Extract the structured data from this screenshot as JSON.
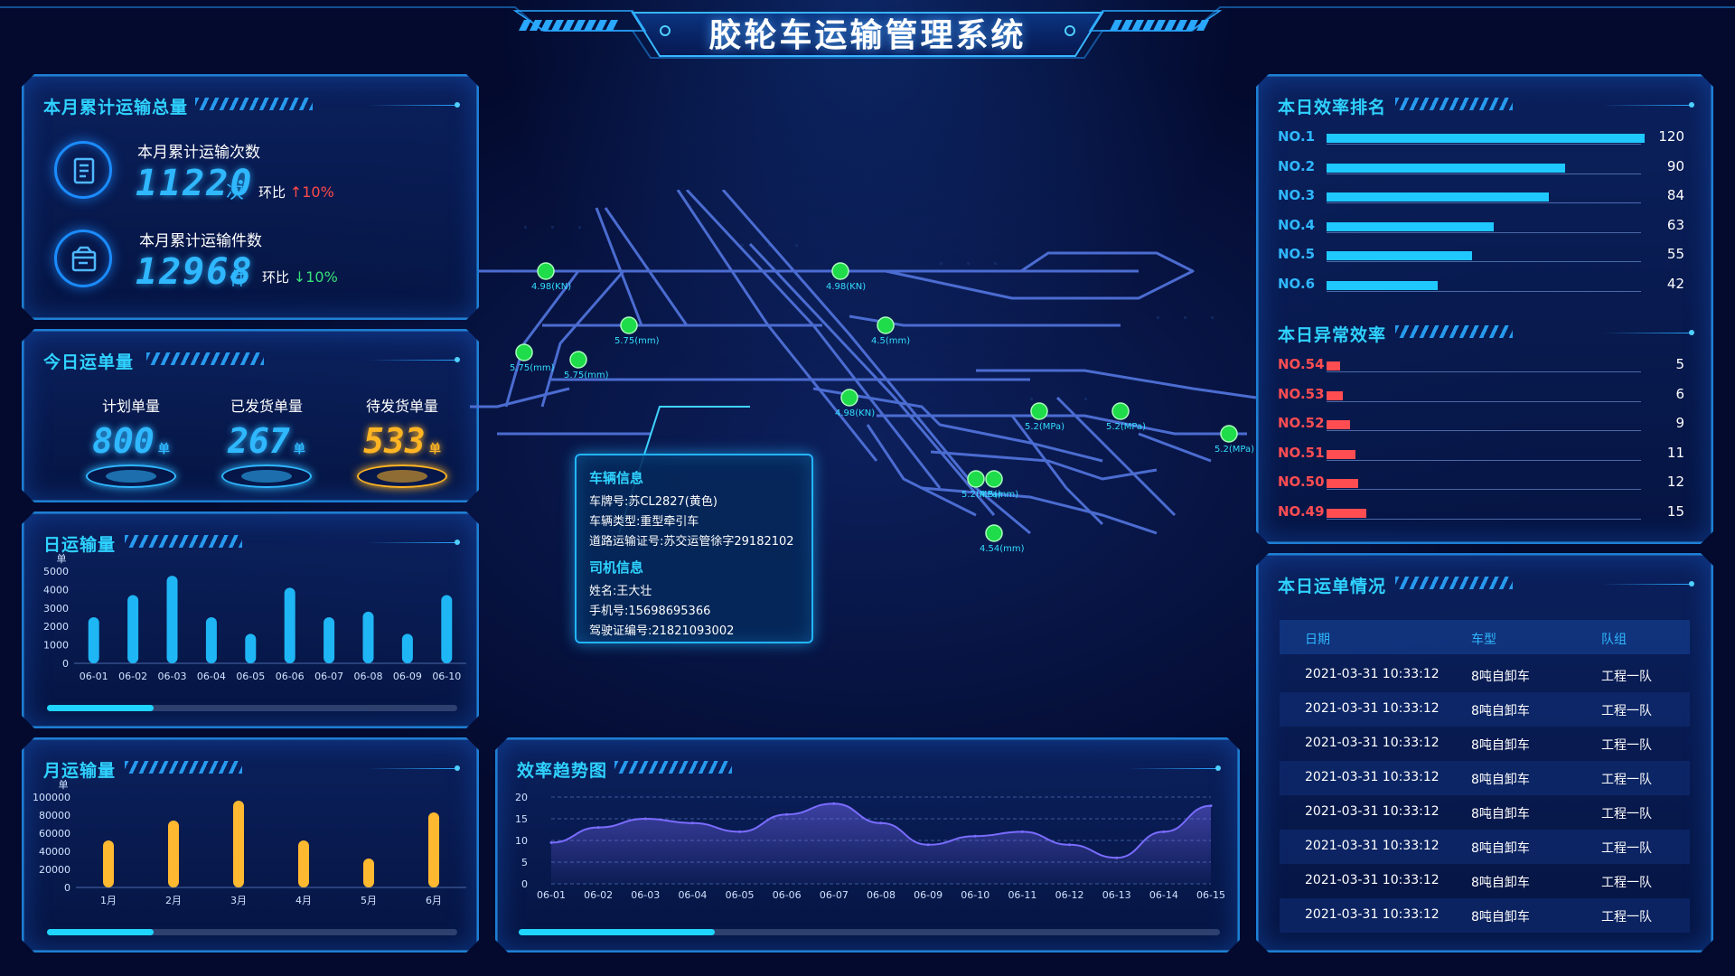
{
  "header": {
    "title": "胶轮车运输管理系统"
  },
  "monthly_total": {
    "title": "本月累计运输总量",
    "trips": {
      "label": "本月累计运输次数",
      "value": "11220",
      "unit": "次",
      "cmp_label": "环比",
      "cmp_dir": "up",
      "cmp_value": "10%"
    },
    "items": {
      "label": "本月累计运输件数",
      "value": "12968",
      "unit": "件",
      "cmp_label": "环比",
      "cmp_dir": "down",
      "cmp_value": "10%"
    }
  },
  "today_orders": {
    "title": "今日运单量",
    "items": [
      {
        "label": "计划单量",
        "value": "800",
        "unit": "单",
        "color": "#2fb8ff"
      },
      {
        "label": "已发货单量",
        "value": "267",
        "unit": "单",
        "color": "#2fb8ff"
      },
      {
        "label": "待发货单量",
        "value": "533",
        "unit": "单",
        "color": "#ffb423"
      }
    ]
  },
  "daily_volume": {
    "title": "日运输量",
    "scroll": 0.26
  },
  "monthly_volume": {
    "title": "月运输量",
    "scroll": 0.26
  },
  "trend": {
    "title": "效率趋势图",
    "scroll": 0.28
  },
  "ranking": {
    "title": "本日效率排名",
    "max": 120,
    "color": "#1fc8ff",
    "items": [
      {
        "label": "NO.1",
        "value": 120
      },
      {
        "label": "NO.2",
        "value": 90
      },
      {
        "label": "NO.3",
        "value": 84
      },
      {
        "label": "NO.4",
        "value": 63
      },
      {
        "label": "NO.5",
        "value": 55
      },
      {
        "label": "NO.6",
        "value": 42
      }
    ]
  },
  "abnormal": {
    "title": "本日异常效率",
    "max": 120,
    "color": "#ff4d52",
    "items": [
      {
        "label": "NO.54",
        "value": 5
      },
      {
        "label": "NO.53",
        "value": 6
      },
      {
        "label": "NO.52",
        "value": 9
      },
      {
        "label": "NO.51",
        "value": 11
      },
      {
        "label": "NO.50",
        "value": 12
      },
      {
        "label": "NO.49",
        "value": 15
      }
    ]
  },
  "orders_table": {
    "title": "本日运单情况",
    "columns": [
      "日期",
      "车型",
      "队组"
    ],
    "rows": [
      [
        "2021-03-31 10:33:12",
        "8吨自卸车",
        "工程一队"
      ],
      [
        "2021-03-31 10:33:12",
        "8吨自卸车",
        "工程一队"
      ],
      [
        "2021-03-31 10:33:12",
        "8吨自卸车",
        "工程一队"
      ],
      [
        "2021-03-31 10:33:12",
        "8吨自卸车",
        "工程一队"
      ],
      [
        "2021-03-31 10:33:12",
        "8吨自卸车",
        "工程一队"
      ],
      [
        "2021-03-31 10:33:12",
        "8吨自卸车",
        "工程一队"
      ],
      [
        "2021-03-31 10:33:12",
        "8吨自卸车",
        "工程一队"
      ],
      [
        "2021-03-31 10:33:12",
        "8吨自卸车",
        "工程一队"
      ]
    ]
  },
  "vehicle_info": {
    "vehicle_title": "车辆信息",
    "plate": "车牌号:苏CL2827(黄色)",
    "type": "车辆类型:重型牵引车",
    "permit": "道路运输证号:苏交运管徐字29182102",
    "driver_title": "司机信息",
    "name": "姓名:王大壮",
    "phone": "手机号:15698695366",
    "license": "驾驶证编号:21821093002"
  },
  "map": {
    "sensors": [
      {
        "label": "4.98(KN)"
      },
      {
        "label": "5.75(mm)"
      },
      {
        "label": "5.75(mm)"
      },
      {
        "label": "5.75(mm)"
      },
      {
        "label": "4.98(KN)"
      },
      {
        "label": "4.5(mm)"
      },
      {
        "label": "4.98(KN)"
      },
      {
        "label": "5.2(MPa)"
      },
      {
        "label": "5.2(MPa)"
      },
      {
        "label": "5.2(MPa)"
      },
      {
        "label": "5.2(MPa)"
      },
      {
        "label": "4.5(mm)"
      },
      {
        "label": "4.54(mm)"
      }
    ]
  },
  "chart_data": [
    {
      "type": "bar",
      "name": "日运输量",
      "categories": [
        "06-01",
        "06-02",
        "06-03",
        "06-04",
        "06-05",
        "06-06",
        "06-07",
        "06-08",
        "06-09",
        "06-10"
      ],
      "values": [
        2500,
        3700,
        4750,
        2500,
        1600,
        4100,
        2500,
        2800,
        1600,
        3700
      ],
      "ylabel": "单",
      "yticks": [
        0,
        1000,
        2000,
        3000,
        4000,
        5000
      ],
      "ylim": [
        0,
        5000
      ],
      "color": "#1fb6f5"
    },
    {
      "type": "bar",
      "name": "月运输量",
      "categories": [
        "1月",
        "2月",
        "3月",
        "4月",
        "5月",
        "6月"
      ],
      "values": [
        52000,
        74000,
        96000,
        52000,
        32000,
        83000
      ],
      "ylabel": "单",
      "yticks": [
        0,
        20000,
        40000,
        60000,
        80000,
        100000
      ],
      "ylim": [
        0,
        100000
      ],
      "color": "#ffb930"
    },
    {
      "type": "line",
      "name": "效率趋势图",
      "categories": [
        "06-01",
        "06-02",
        "06-03",
        "06-04",
        "06-05",
        "06-06",
        "06-07",
        "06-08",
        "06-09",
        "06-10",
        "06-11",
        "06-12",
        "06-13",
        "06-14",
        "06-15"
      ],
      "values": [
        9.5,
        13,
        15,
        14,
        12,
        16,
        18.5,
        14,
        9,
        11,
        12,
        9,
        6,
        12,
        18
      ],
      "yticks": [
        0,
        5,
        10,
        15,
        20
      ],
      "ylim": [
        0,
        20
      ],
      "grid": true,
      "color": "#7a6cff"
    }
  ]
}
